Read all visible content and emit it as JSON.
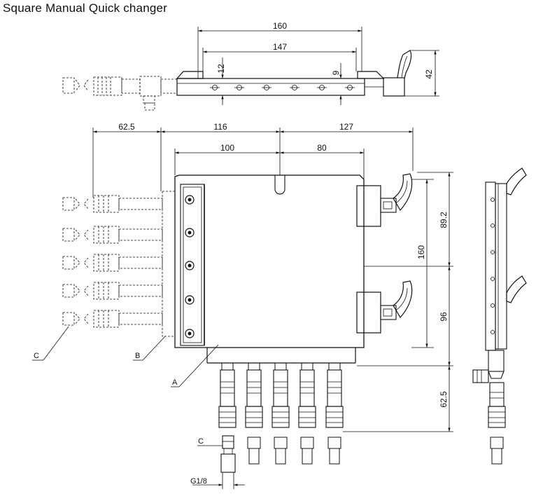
{
  "title": "Square Manual Quick changer",
  "dimensions": {
    "top_overall": "160",
    "top_inner": "147",
    "top_left_small": "12",
    "top_right_small": "9",
    "top_height": "42",
    "left_offset": "62.5",
    "width_left": "116",
    "width_right": "127",
    "inner_left": "100",
    "inner_right": "80",
    "right_upper": "89.2",
    "right_total": "160",
    "right_lower": "96",
    "bottom_extension": "62.5",
    "thread": "G1/8"
  },
  "callouts": {
    "a": "A",
    "b": "B",
    "c_left": "C",
    "c_bottom": "C"
  }
}
